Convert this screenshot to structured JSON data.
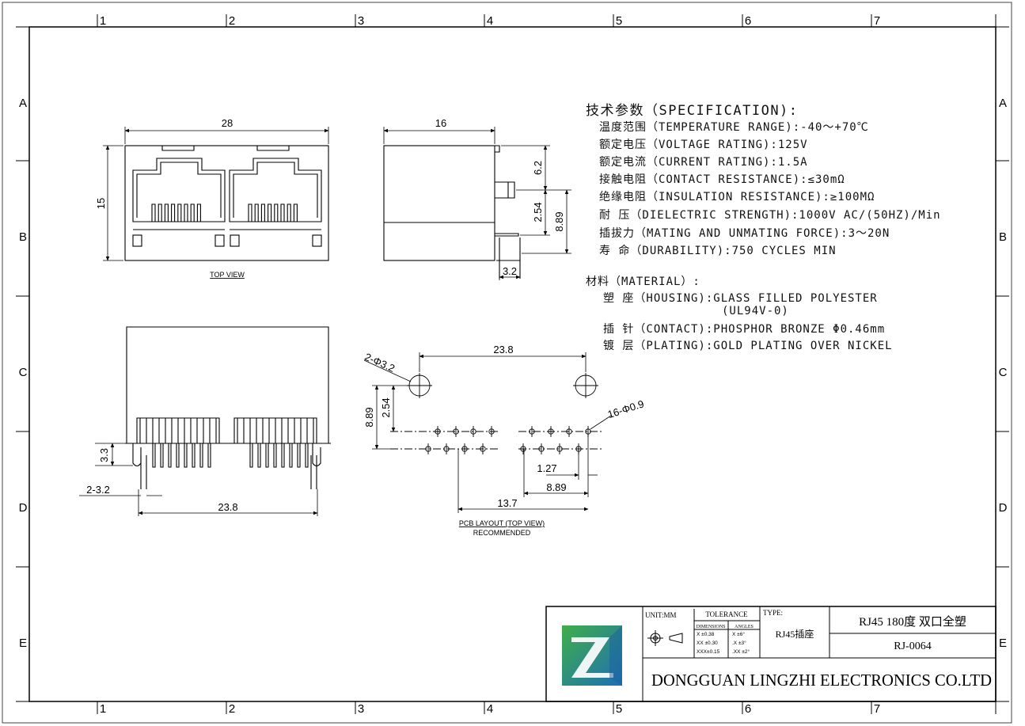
{
  "border": {
    "columns": [
      "1",
      "2",
      "3",
      "4",
      "5",
      "6",
      "7"
    ],
    "rows": [
      "A",
      "B",
      "C",
      "D",
      "E"
    ]
  },
  "spec": {
    "heading": "技术参数（SPECIFICATION):",
    "items": [
      "温度范围（TEMPERATURE RANGE):-40～+70℃",
      "额定电压（VOLTAGE RATING):125V",
      "额定电流（CURRENT RATING):1.5A",
      "接触电阻（CONTACT RESISTANCE):≤30mΩ",
      "绝缘电阻（INSULATION RESISTANCE):≥100MΩ",
      "耐  压（DIELECTRIC STRENGTH):1000V AC/(50HZ)/Min",
      "插拔力（MATING AND UNMATING FORCE):3～20N",
      "寿  命（DURABILITY):750 CYCLES MIN"
    ]
  },
  "material": {
    "heading": "材料（MATERIAL）:",
    "items": [
      "塑  座（HOUSING):GLASS FILLED POLYESTER",
      "(UL94V-0)",
      "插  针（CONTACT):PHOSPHOR BRONZE Φ0.46mm",
      "镀  层（PLATING):GOLD PLATING OVER NICKEL"
    ]
  },
  "views": {
    "top_view_label": "TOP VIEW",
    "pcb_label": "PCB LAYOUT (TOP VIEW)",
    "pcb_sub": "RECOMMENDED"
  },
  "dims": {
    "width_28": "28",
    "height_15": "15",
    "side_16": "16",
    "d_6_2": "6.2",
    "d_2_54": "2.54",
    "d_8_89": "8.89",
    "d_3_2": "3.2",
    "front_3_3": "3.3",
    "front_2_3_2": "2-3.2",
    "front_23_8": "23.8",
    "pcb_23_8": "23.8",
    "pcb_hole_3_2": "2-Φ3.2",
    "pcb_8_89": "8.89",
    "pcb_2_54": "2.54",
    "pcb_hole_0_9": "16-Φ0.9",
    "pcb_1_27": "1.27",
    "pcb_8_89_h": "8.89",
    "pcb_13_7": "13.7"
  },
  "title_block": {
    "unit": "UNIT:MM",
    "tolerance": "TOLERANCE",
    "dimensions": "DIMENSIONS",
    "angles": "ANGLES",
    "tol_rows": [
      [
        "X   ±0.38",
        "X   ±6°"
      ],
      [
        "XX  ±0.30",
        ".X   ±3°"
      ],
      [
        "XXX±0.15",
        ".XX  ±2°"
      ]
    ],
    "type_label": "TYPE:",
    "type_value": "RJ45插座",
    "product": "RJ45 180度 双口全塑",
    "part_no": "RJ-0064",
    "company": "DONGGUAN LINGZHI ELECTRONICS CO.LTD"
  }
}
